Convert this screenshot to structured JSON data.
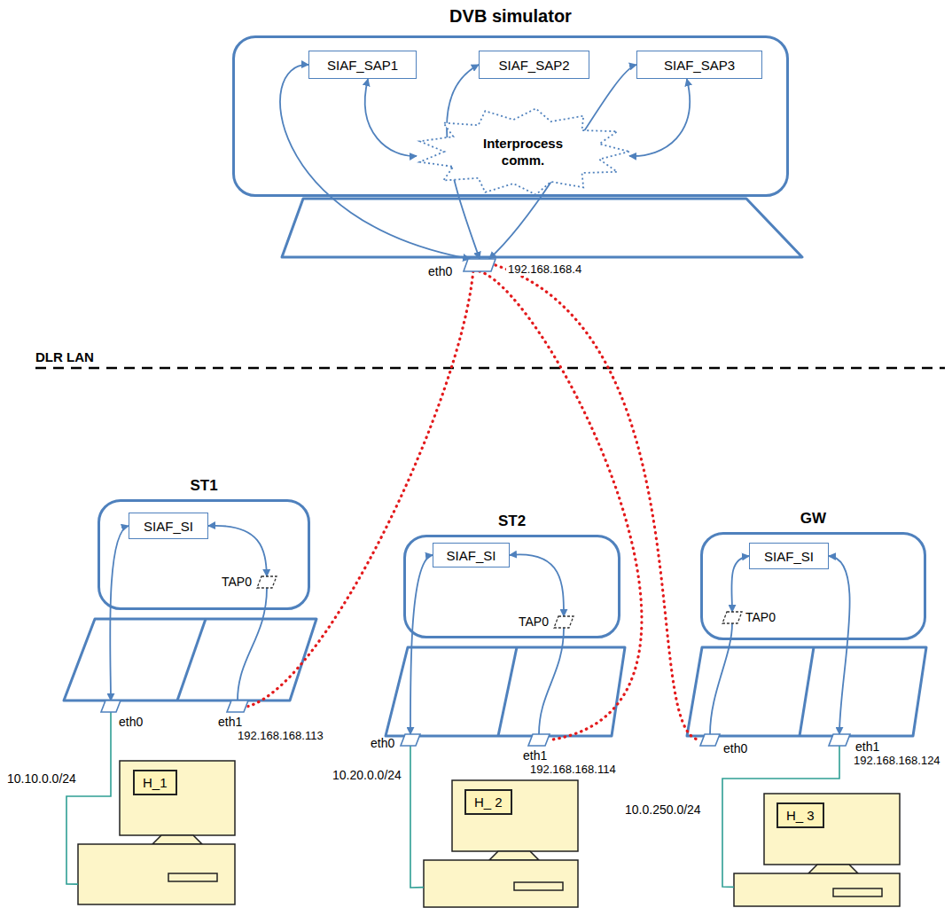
{
  "diagram": {
    "nodes": [
      {
        "text": [
          "DVB simulator"
        ]
      },
      {
        "text": [
          "SIAF_SAP1"
        ],
        "in": 0
      },
      {
        "text": [
          "SIAF_SAP2"
        ],
        "in": 0
      },
      {
        "text": [
          "SIAF_SAP3"
        ],
        "in": 0
      },
      {
        "text": [
          "Interprocess comm."
        ],
        "in": 0
      },
      {
        "text": [
          "eth0",
          "192.168.168.4"
        ]
      },
      {
        "text": [
          "ST1"
        ]
      },
      {
        "text": [
          "SIAF_SI"
        ],
        "in": 6
      },
      {
        "text": [
          "TAP0"
        ],
        "in": 6
      },
      {
        "text": [
          "eth0"
        ]
      },
      {
        "text": [
          "eth1",
          "192.168.168.113"
        ]
      },
      {
        "text": [
          "H_1"
        ]
      },
      {
        "text": [
          "ST2"
        ]
      },
      {
        "text": [
          "SIAF_SI"
        ],
        "in": 12
      },
      {
        "text": [
          "TAP0"
        ],
        "in": 12
      },
      {
        "text": [
          "eth0"
        ]
      },
      {
        "text": [
          "eth1",
          "192.168.168.114"
        ]
      },
      {
        "text": [
          "H_ 2"
        ]
      },
      {
        "text": [
          "GW"
        ]
      },
      {
        "text": [
          "SIAF_SI"
        ],
        "in": 18
      },
      {
        "text": [
          "TAP0"
        ],
        "in": 18
      },
      {
        "text": [
          "eth0"
        ]
      },
      {
        "text": [
          "eth1",
          "192.168.168.124"
        ]
      },
      {
        "text": [
          "H_ 3"
        ]
      }
    ],
    "edges": [
      {
        "from": 1,
        "to": 5,
        "arrow": "both"
      },
      {
        "from": 2,
        "to": 5,
        "arrow": "both"
      },
      {
        "from": 3,
        "to": 5,
        "arrow": "both"
      },
      {
        "from": 1,
        "to": 4,
        "arrow": "both"
      },
      {
        "from": 3,
        "to": 4,
        "arrow": "both"
      },
      {
        "from": 5,
        "to": 10,
        "arrow": "none"
      },
      {
        "from": 5,
        "to": 16,
        "arrow": "none"
      },
      {
        "from": 5,
        "to": 21,
        "arrow": "none"
      },
      {
        "from": 7,
        "to": 9,
        "arrow": "both"
      },
      {
        "from": 7,
        "to": 8,
        "arrow": "both"
      },
      {
        "from": 8,
        "to": 10,
        "arrow": "none"
      },
      {
        "from": 9,
        "to": 11,
        "arrow": "none"
      },
      {
        "from": 13,
        "to": 15,
        "arrow": "both"
      },
      {
        "from": 13,
        "to": 14,
        "arrow": "both"
      },
      {
        "from": 14,
        "to": 16,
        "arrow": "none"
      },
      {
        "from": 15,
        "to": 17,
        "arrow": "none"
      },
      {
        "from": 19,
        "to": 20,
        "arrow": "both"
      },
      {
        "from": 20,
        "to": 21,
        "arrow": "none"
      },
      {
        "from": 19,
        "to": 22,
        "arrow": "both"
      },
      {
        "from": 22,
        "to": 23,
        "arrow": "none"
      }
    ],
    "labels": [
      "DLR LAN",
      "10.10.0.0/24",
      "10.20.0.0/24",
      "10.0.250.0/24"
    ]
  }
}
